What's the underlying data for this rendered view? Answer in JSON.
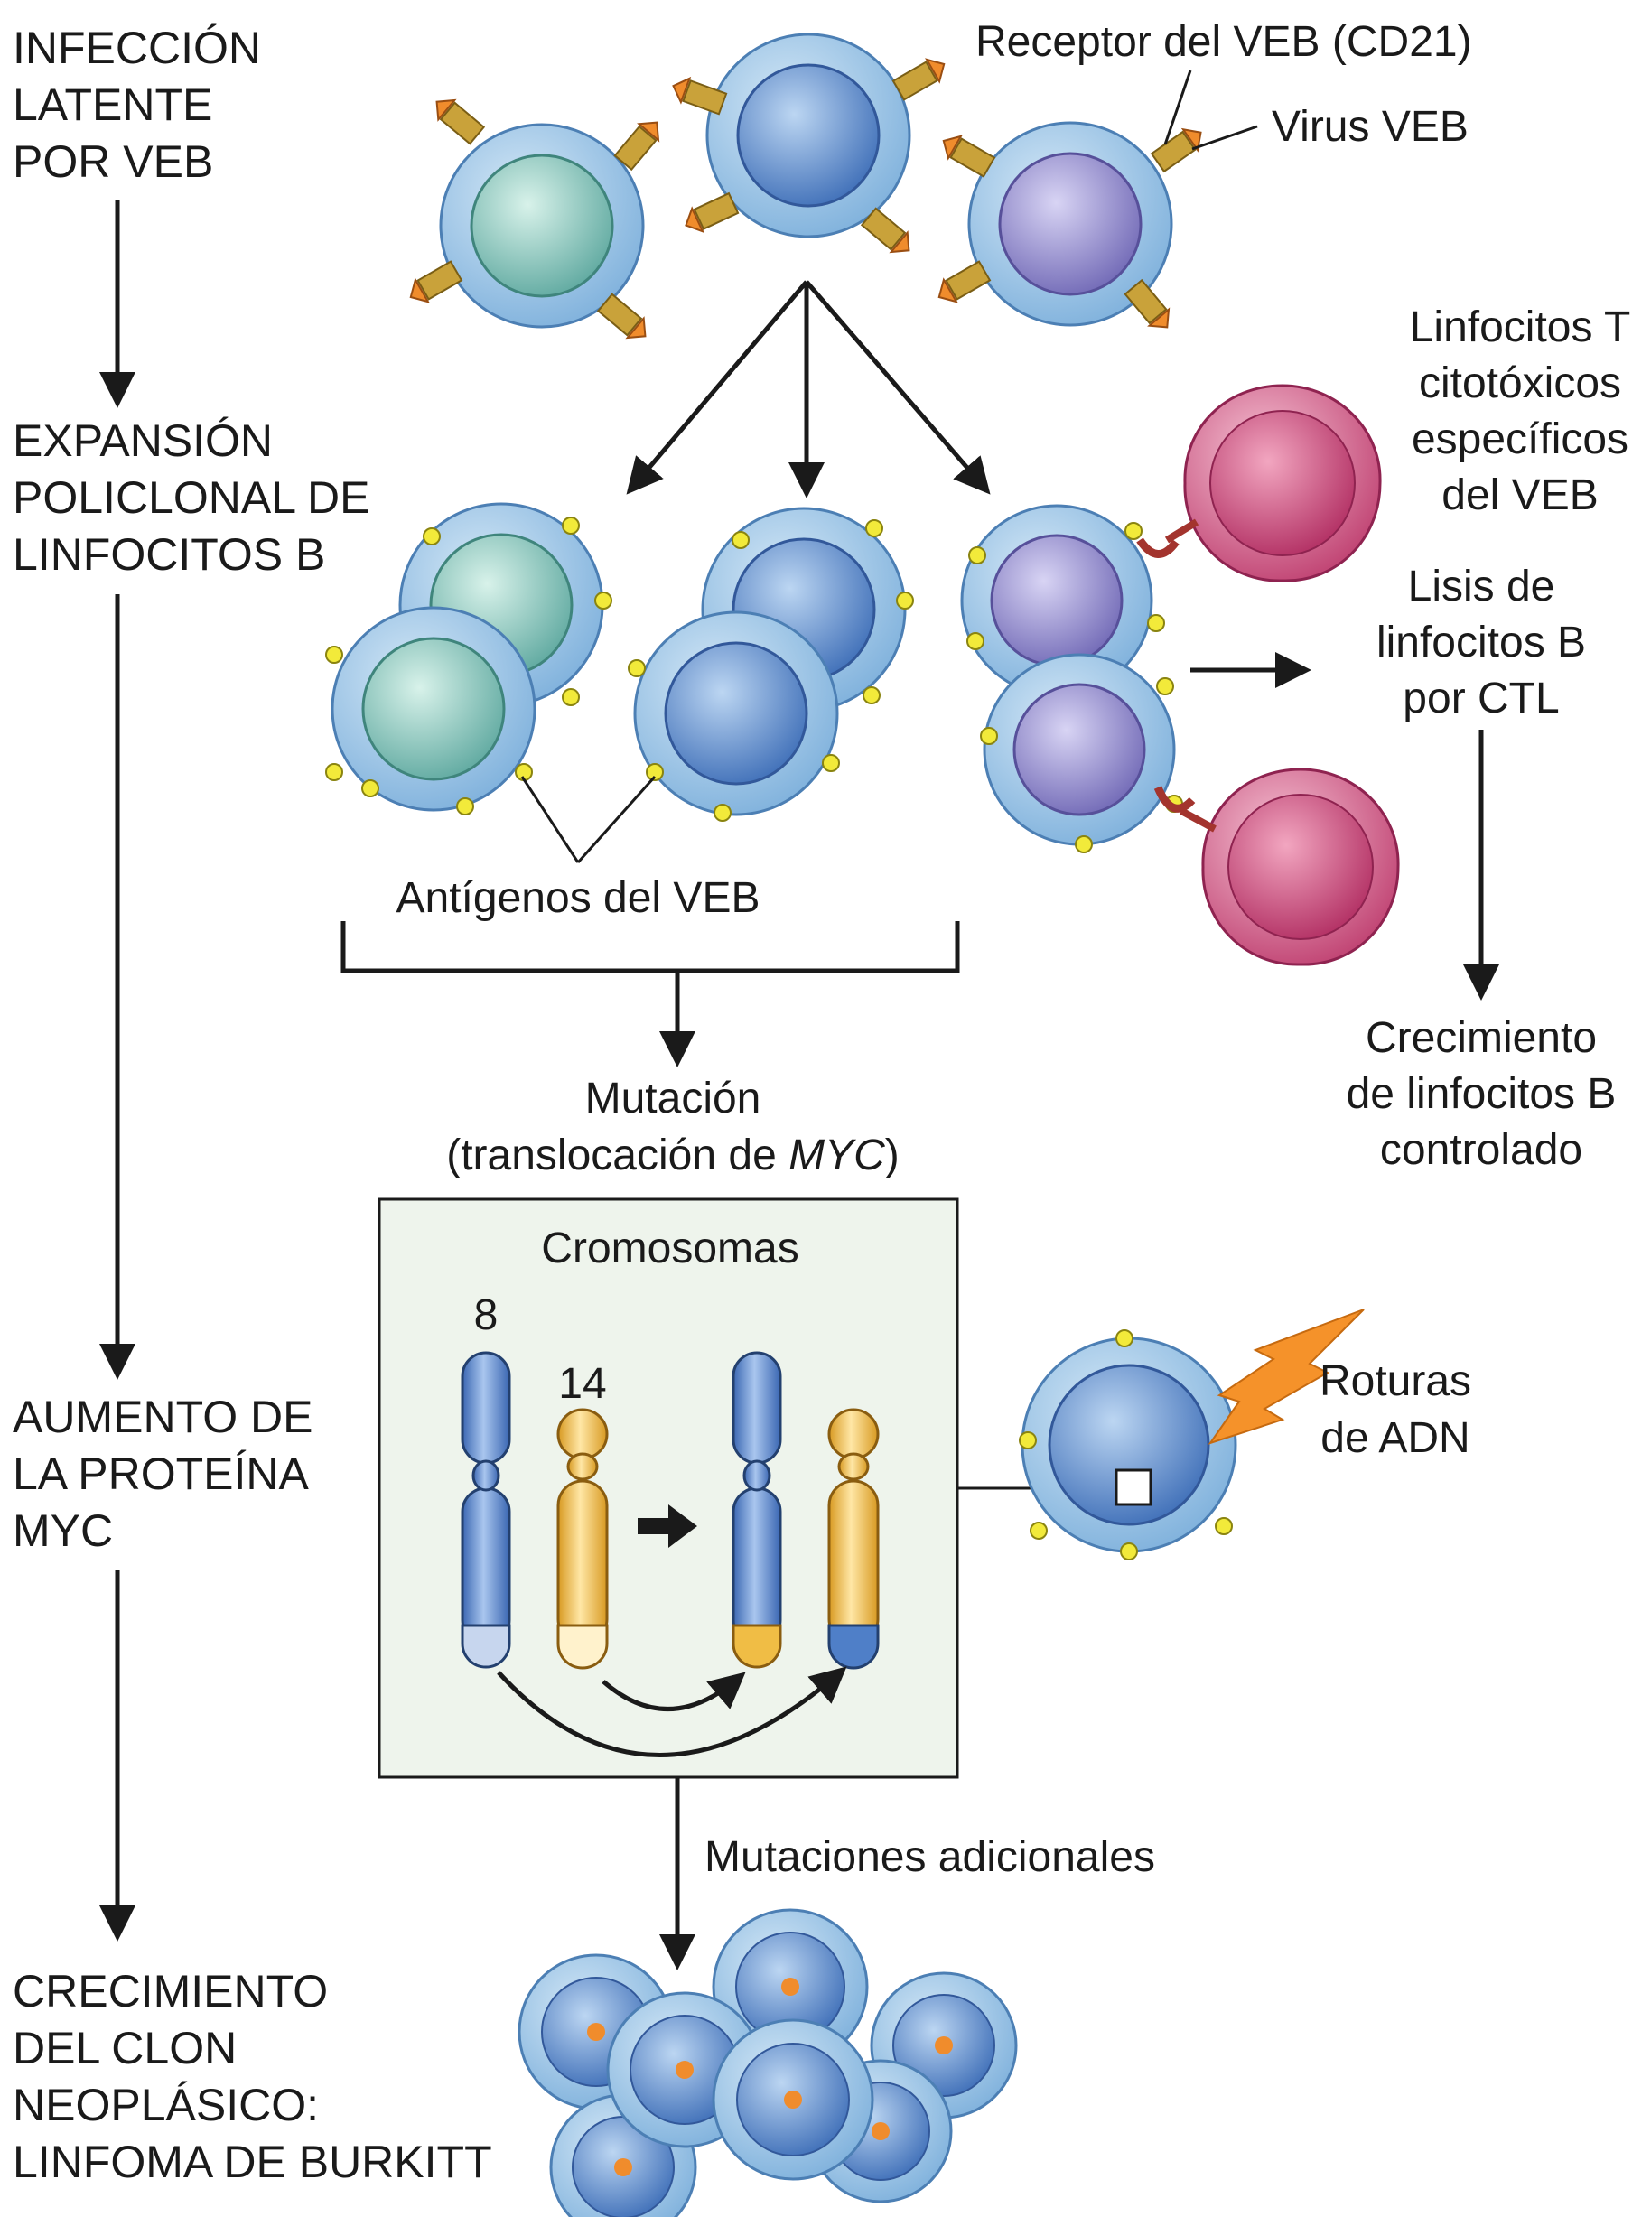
{
  "stages": [
    {
      "lines": [
        "INFECCIÓN",
        "LATENTE",
        "POR VEB"
      ]
    },
    {
      "lines": [
        "EXPANSIÓN",
        "POLICLONAL DE",
        "LINFOCITOS B"
      ]
    },
    {
      "lines": [
        "AUMENTO DE",
        "LA PROTEÍNA",
        "MYC"
      ]
    },
    {
      "lines": [
        "CRECIMIENTO",
        "DEL CLON",
        "NEOPLÁSICO:",
        "LINFOMA DE BURKITT"
      ]
    }
  ],
  "labels": {
    "receptor": "Receptor del VEB (CD21)",
    "virus": "Virus VEB",
    "ctl": [
      "Linfocitos T",
      "citotóxicos",
      "específicos",
      "del VEB"
    ],
    "lysis": [
      "Lisis de",
      "linfocitos B",
      "por CTL"
    ],
    "controlled": [
      "Crecimiento",
      "de linfocitos B",
      "controlado"
    ],
    "antigens": "Antígenos del VEB",
    "mutation_title": "Mutación",
    "mutation_prefix": "(translocación de ",
    "mutation_gene": "MYC",
    "mutation_suffix": ")",
    "chromosomes_title": "Cromosomas",
    "chr_8": "8",
    "chr_14": "14",
    "dna_breaks": [
      "Roturas",
      "de ADN"
    ],
    "additional": "Mutaciones adicionales"
  },
  "colors": {
    "cyto": "#9ec8e6",
    "nucleus_green": "#8fd0c4",
    "nucleus_blue": "#6f9fd6",
    "nucleus_purple": "#a09ad6",
    "ctl_pink": "#d9668e",
    "virus_orange": "#f08c2c",
    "receptor_gold": "#c9a23a",
    "antigen_yellow": "#f2ea3a",
    "chr_blue": "#4f7fc8",
    "chr_gold": "#f0bd45",
    "box_bg": "#eef4ec",
    "lightning": "#f5922a"
  }
}
